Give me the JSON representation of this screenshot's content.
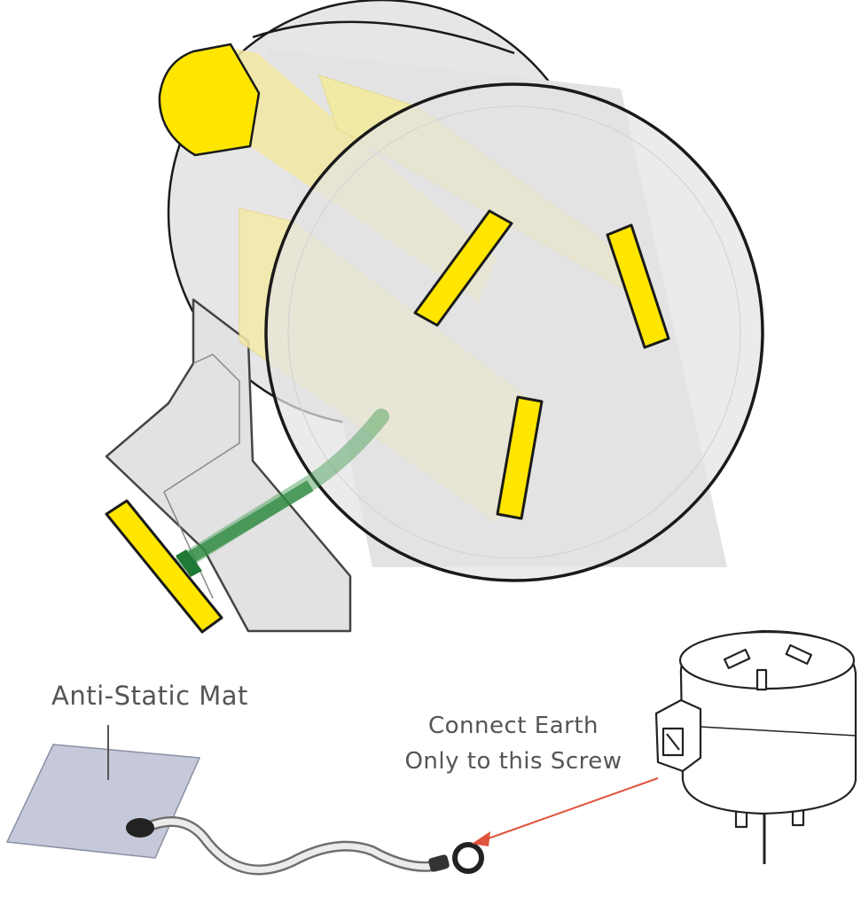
{
  "labels": {
    "mat": "Anti-Static Mat",
    "earth_line1": "Connect Earth",
    "earth_line2": "Only to this Screw"
  },
  "colors": {
    "plug_body": "#e4e4e4",
    "plug_outline": "#1a1a1a",
    "pin_yellow": "#ffe600",
    "pin_ghost": "#f3eaa6",
    "earth_wire": "#3b9a4d",
    "mat": "#c5c9d9",
    "arrow": "#e0533c"
  },
  "icons": {
    "main": "adapter-plug-icon",
    "small": "small-adapter-plug-icon",
    "mat": "anti-static-mat-icon",
    "lead": "earth-lead-icon",
    "lug": "ring-terminal-icon"
  }
}
